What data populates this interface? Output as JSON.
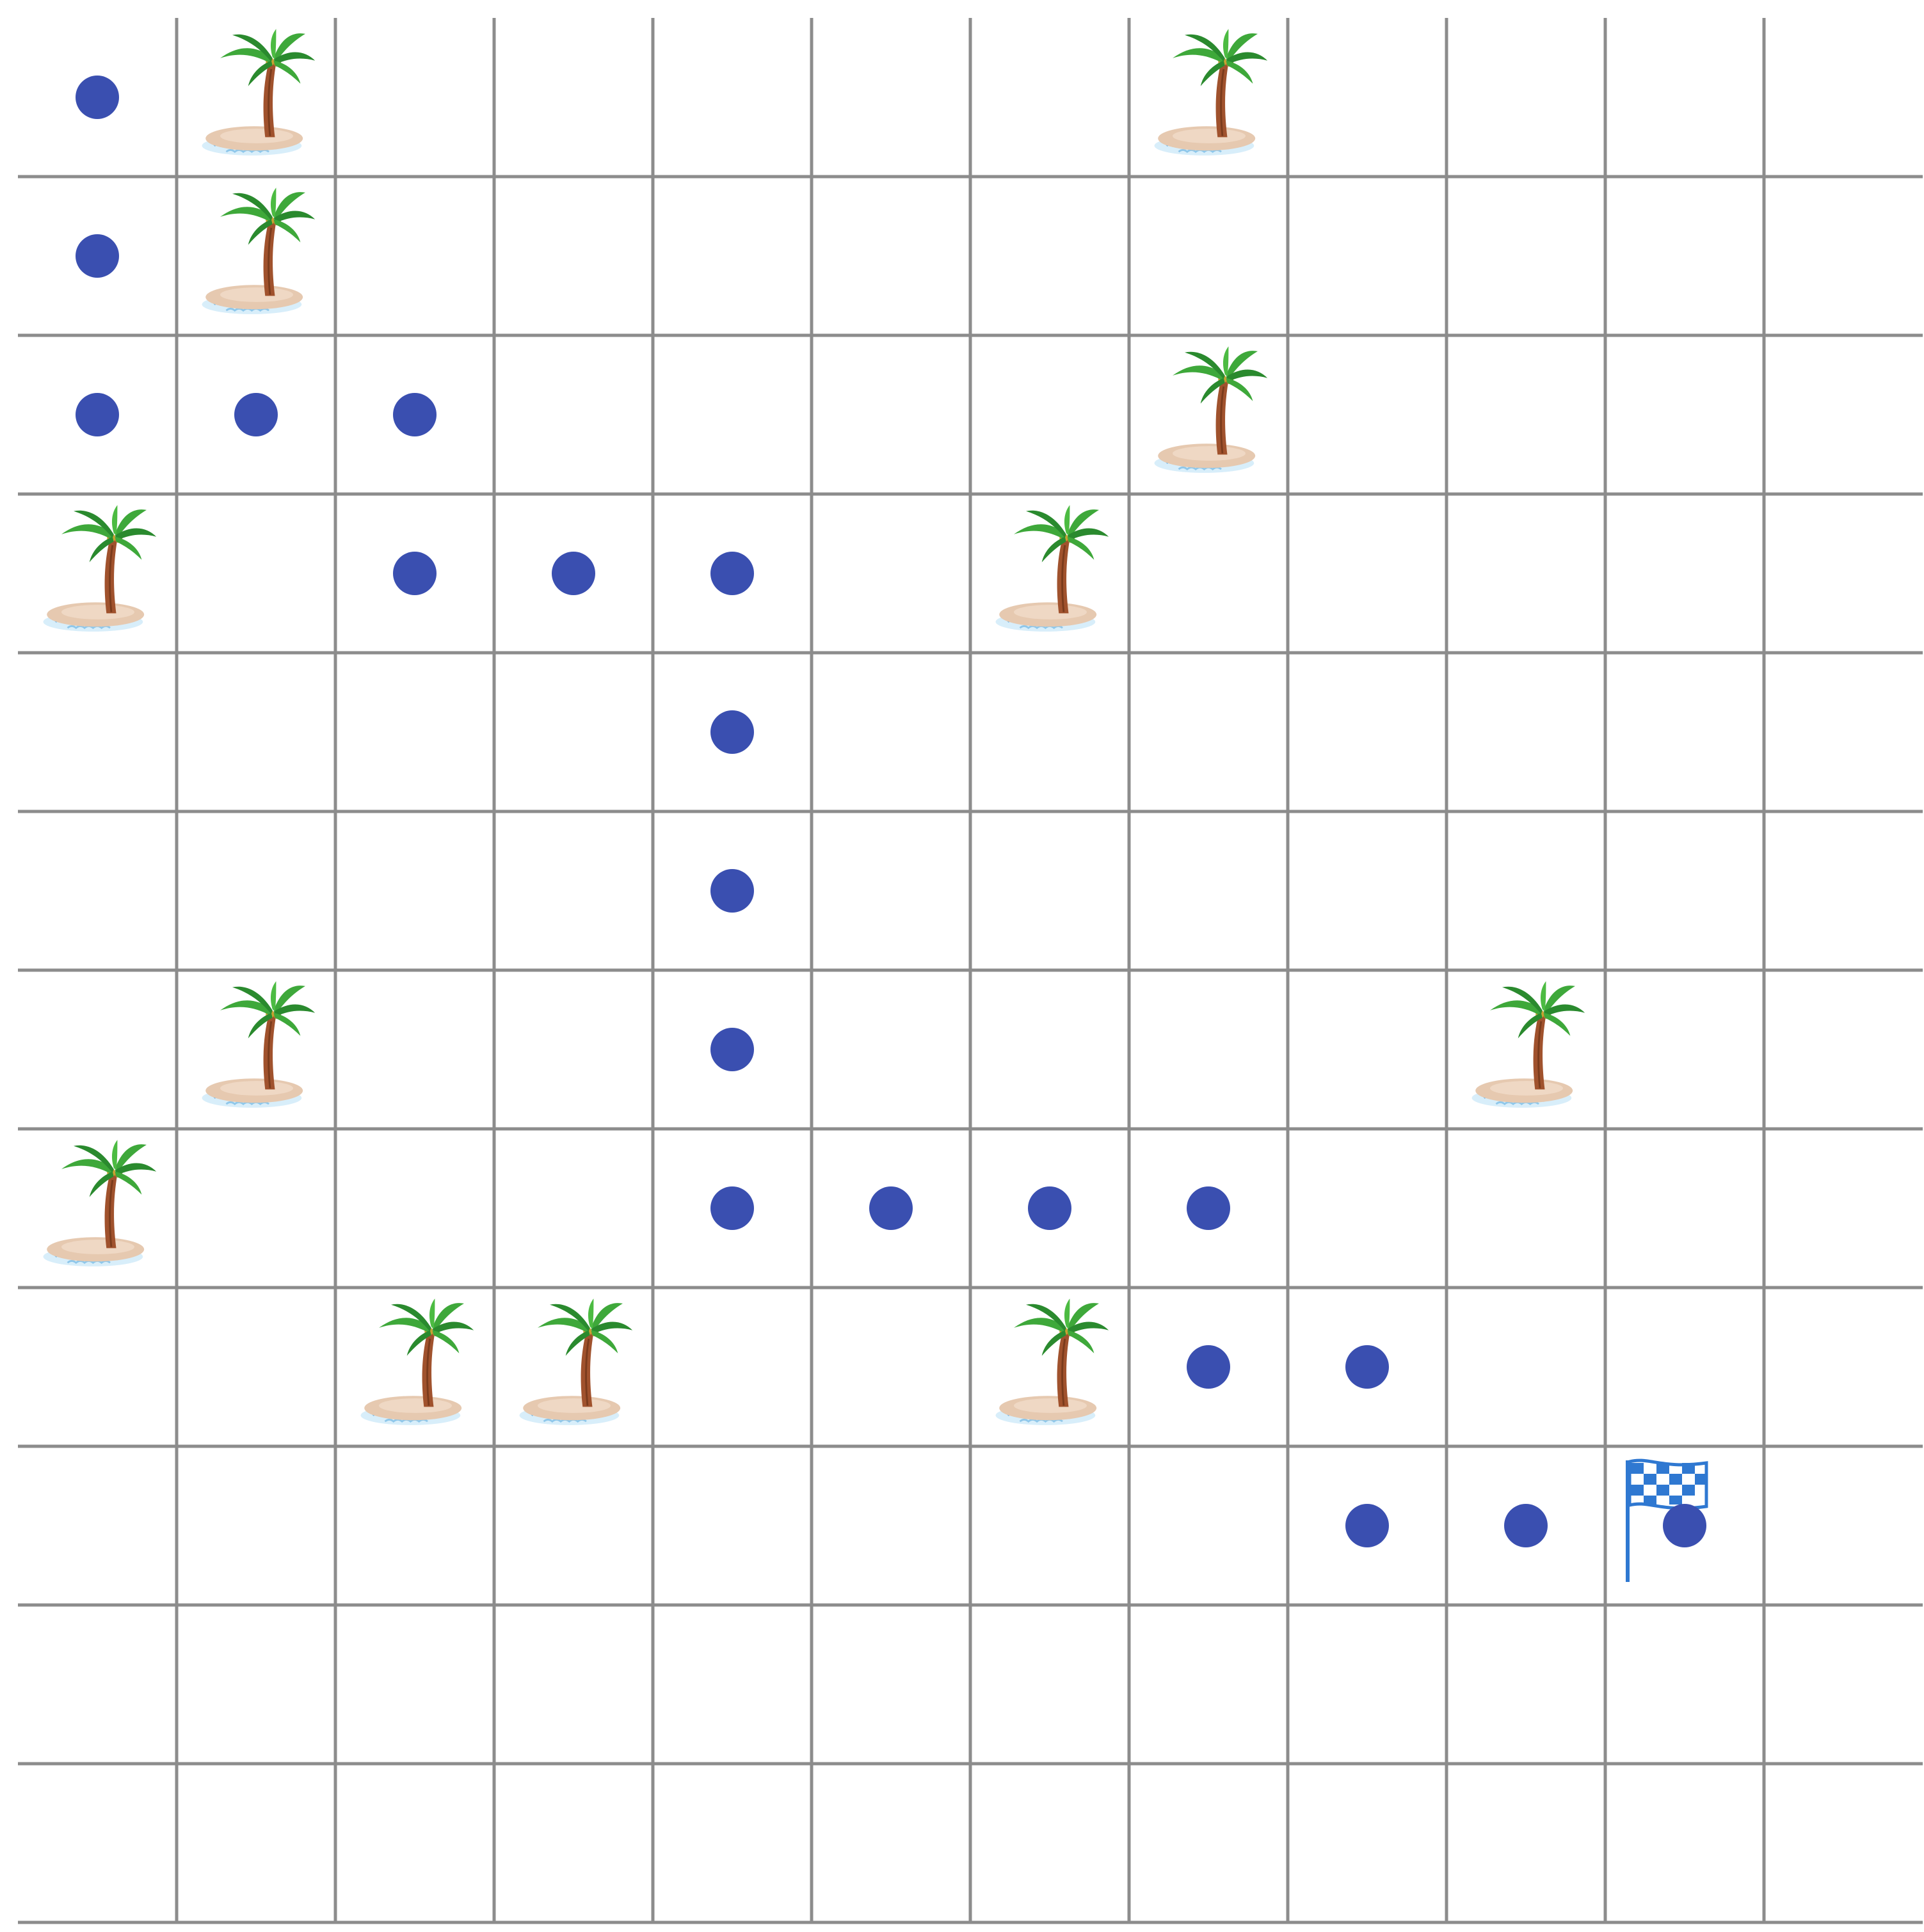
{
  "grid": {
    "rows": 12,
    "cols": 12
  },
  "colors": {
    "background": "#ffffff",
    "grid_line": "#8c8c8c",
    "path_dot": "#3a4fb0",
    "palm_leaf": "#3ea83a",
    "palm_leaf_dark": "#2a8a2e",
    "palm_trunk": "#a0522d",
    "sand": "#e6c9b0",
    "water": "#8fc7ea",
    "flag": "#2f78d1"
  },
  "path_dots": [
    {
      "row": 0,
      "col": 0
    },
    {
      "row": 1,
      "col": 0
    },
    {
      "row": 2,
      "col": 0
    },
    {
      "row": 2,
      "col": 1
    },
    {
      "row": 2,
      "col": 2
    },
    {
      "row": 3,
      "col": 2
    },
    {
      "row": 3,
      "col": 3
    },
    {
      "row": 3,
      "col": 4
    },
    {
      "row": 4,
      "col": 4
    },
    {
      "row": 5,
      "col": 4
    },
    {
      "row": 6,
      "col": 4
    },
    {
      "row": 7,
      "col": 4
    },
    {
      "row": 7,
      "col": 5
    },
    {
      "row": 7,
      "col": 6
    },
    {
      "row": 7,
      "col": 7
    },
    {
      "row": 8,
      "col": 7
    },
    {
      "row": 8,
      "col": 8
    },
    {
      "row": 9,
      "col": 8
    },
    {
      "row": 9,
      "col": 9
    },
    {
      "row": 9,
      "col": 10
    }
  ],
  "islands": [
    {
      "row": 0,
      "col": 1
    },
    {
      "row": 0,
      "col": 7
    },
    {
      "row": 1,
      "col": 1
    },
    {
      "row": 2,
      "col": 7
    },
    {
      "row": 3,
      "col": 0
    },
    {
      "row": 3,
      "col": 6
    },
    {
      "row": 6,
      "col": 1
    },
    {
      "row": 6,
      "col": 9
    },
    {
      "row": 7,
      "col": 0
    },
    {
      "row": 8,
      "col": 2
    },
    {
      "row": 8,
      "col": 3
    },
    {
      "row": 8,
      "col": 6
    }
  ],
  "finish_flag": {
    "row": 9,
    "col": 10,
    "icon": "checkered-flag-icon"
  },
  "island_icon": "palm-island-icon",
  "dot_icon": "path-dot"
}
